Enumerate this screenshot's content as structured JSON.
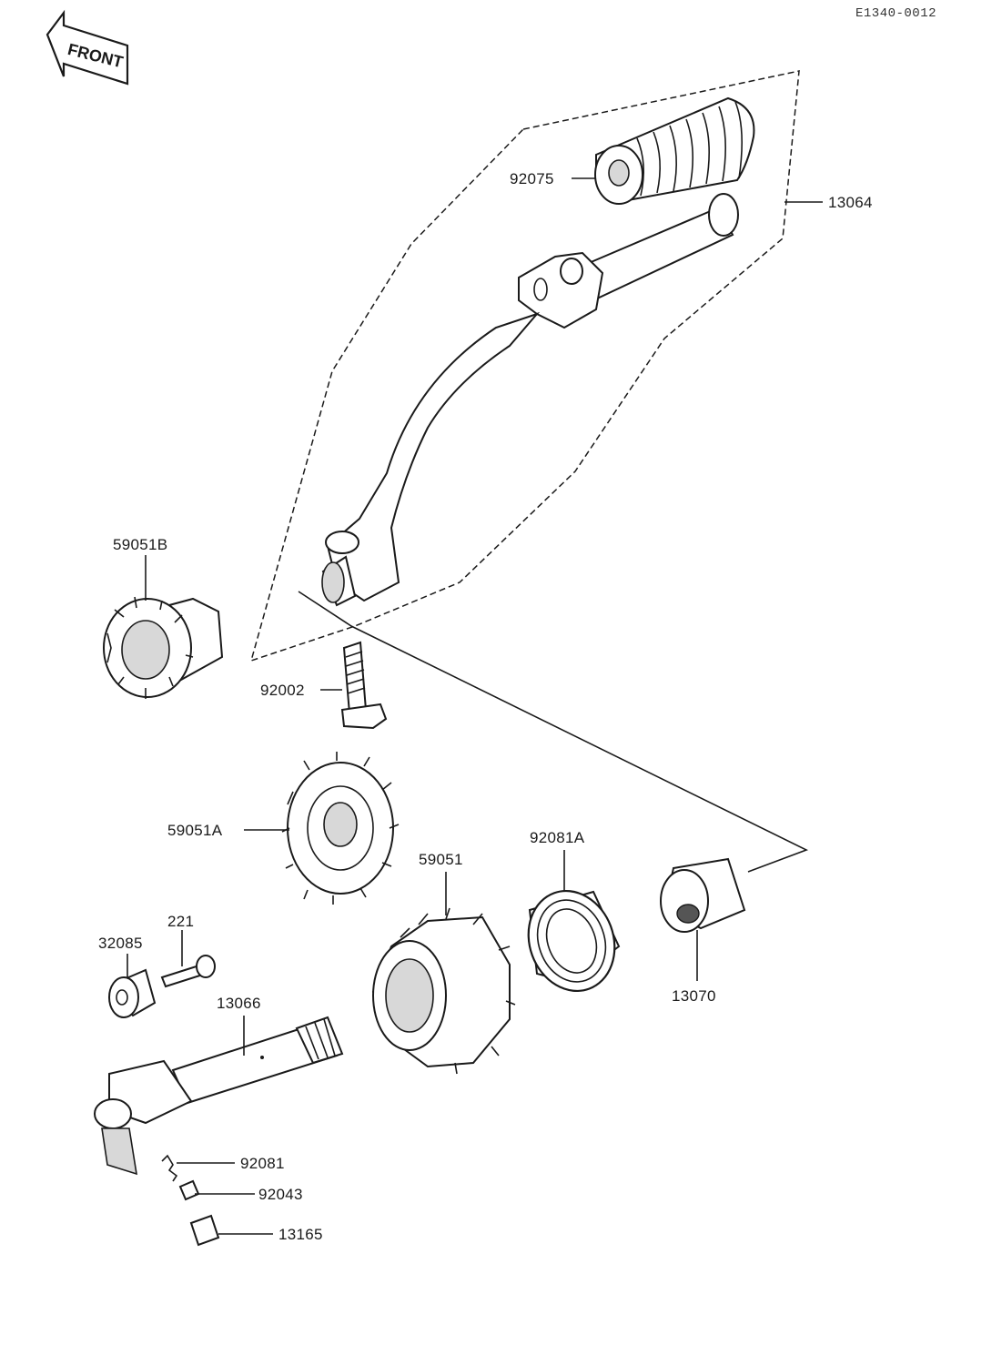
{
  "diagram_code": "E1340-0012",
  "front_label": "FRONT",
  "parts": {
    "p92075": "92075",
    "p13064": "13064",
    "p59051B": "59051B",
    "p92002": "92002",
    "p59051A": "59051A",
    "p92081A": "92081A",
    "p59051": "59051",
    "p13070": "13070",
    "p221": "221",
    "p32085": "32085",
    "p13066": "13066",
    "p92081": "92081",
    "p92043": "92043",
    "p13165": "13165"
  }
}
